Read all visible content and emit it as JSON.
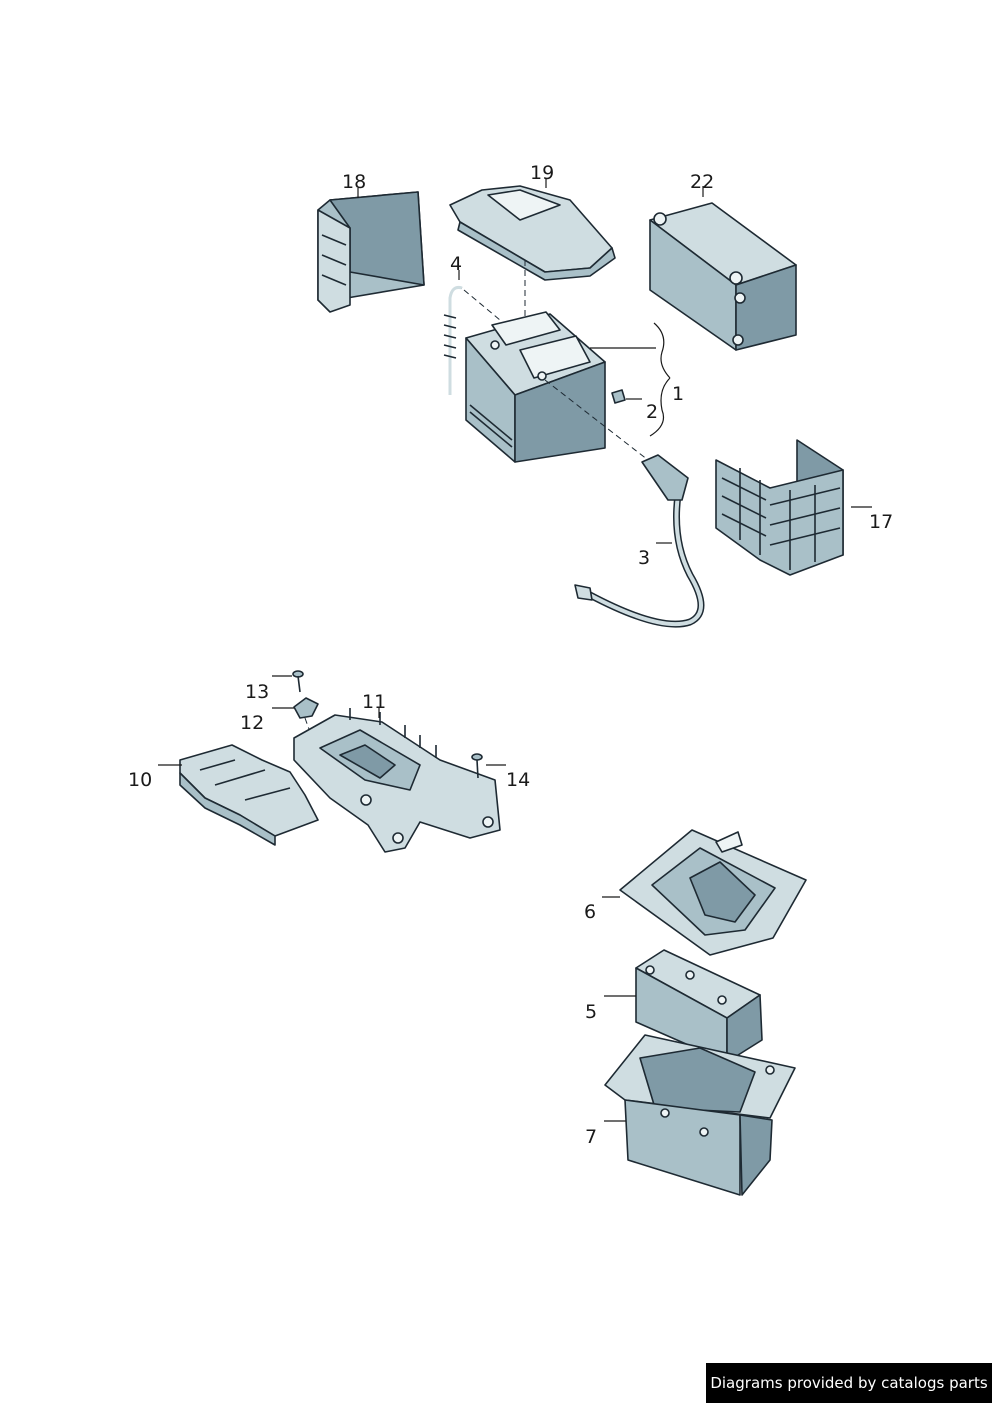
{
  "callouts": {
    "c1": "1",
    "c2": "2",
    "c3": "3",
    "c4": "4",
    "c5": "5",
    "c6": "6",
    "c7": "7",
    "c10": "10",
    "c11": "11",
    "c12": "12",
    "c13": "13",
    "c14": "14",
    "c17": "17",
    "c18": "18",
    "c19": "19",
    "c22": "22"
  },
  "credit": "Diagrams provided by catalogs parts",
  "colors": {
    "part_dark": "#7f9aa6",
    "part_mid": "#a9c0c8",
    "part_light": "#cfdde1",
    "outline": "#1e2a33"
  }
}
